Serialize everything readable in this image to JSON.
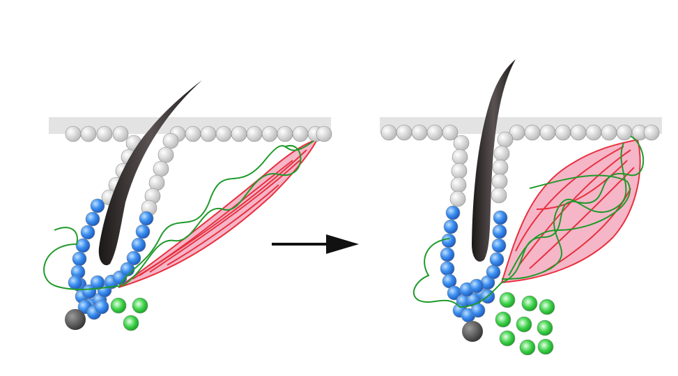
{
  "diagram": {
    "panels": [
      {
        "id": "before",
        "green_cell_count": 3
      },
      {
        "id": "after",
        "green_cell_count": 9
      }
    ],
    "colors": {
      "skin_surface": "#e3e3e3",
      "gray_cell": "#d8d8d8",
      "blue_cell": "#2f7fe0",
      "hair": "#2a2626",
      "muscle_fill": "#f5b6c8",
      "muscle_stroke": "#e8303f",
      "nerve": "#1f9a2a",
      "green_cell": "#2ecc3a",
      "papilla": "#555555",
      "arrow": "#111111"
    }
  }
}
